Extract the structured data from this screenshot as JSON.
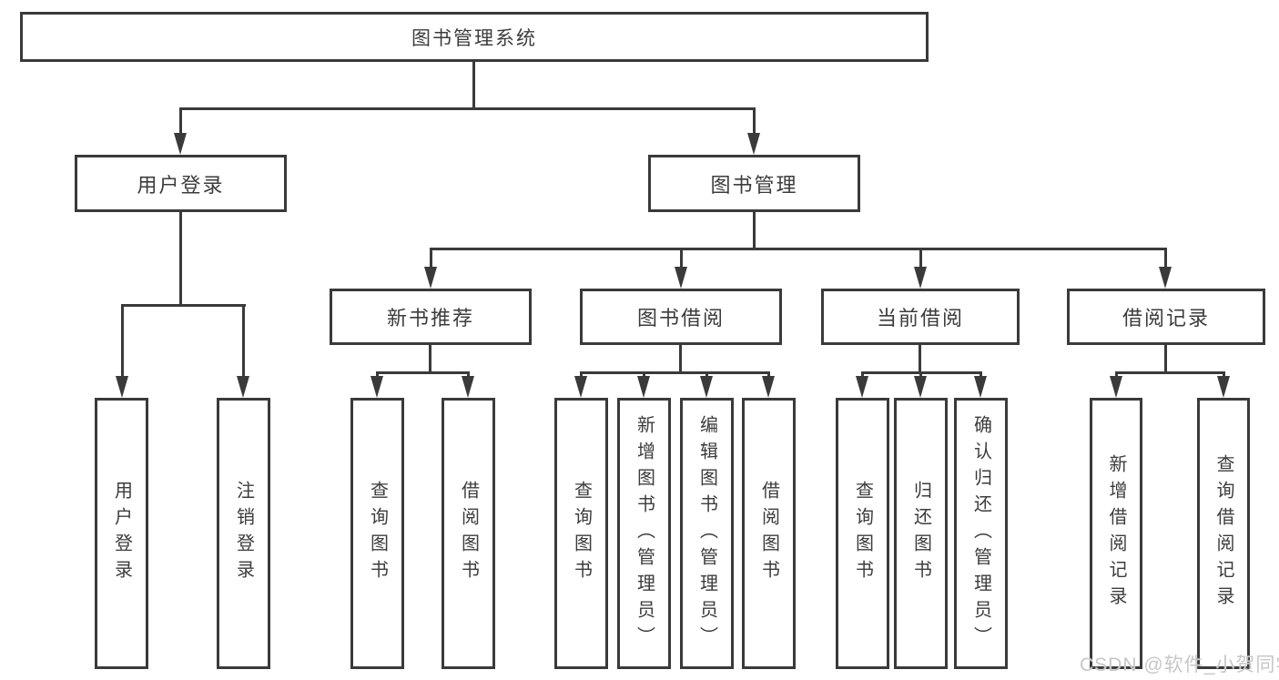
{
  "diagram_title": "图书管理系统",
  "tree": {
    "label": "图书管理系统",
    "children": [
      {
        "label": "用户登录",
        "children": [
          {
            "label": "用户登录"
          },
          {
            "label": "注销登录"
          }
        ]
      },
      {
        "label": "图书管理",
        "children": [
          {
            "label": "新书推荐",
            "children": [
              {
                "label": "查询图书"
              },
              {
                "label": "借阅图书"
              }
            ]
          },
          {
            "label": "图书借阅",
            "children": [
              {
                "label": "查询图书"
              },
              {
                "label": "新增图书（管理员）"
              },
              {
                "label": "编辑图书（管理员）"
              },
              {
                "label": "借阅图书"
              }
            ]
          },
          {
            "label": "当前借阅",
            "children": [
              {
                "label": "查询图书"
              },
              {
                "label": "归还图书"
              },
              {
                "label": "确认归还（管理员）"
              }
            ]
          },
          {
            "label": "借阅记录",
            "children": [
              {
                "label": "新增借阅记录"
              },
              {
                "label": "查询借阅记录"
              }
            ]
          }
        ]
      }
    ]
  },
  "watermark": {
    "text": "CSDN @软件_小贺同学"
  },
  "colors": {
    "line": "#3a3a3a",
    "box_border": "#3a3a3a",
    "text": "#3c3c3c",
    "background": "#ffffff",
    "watermark": "#c7c7c7"
  }
}
